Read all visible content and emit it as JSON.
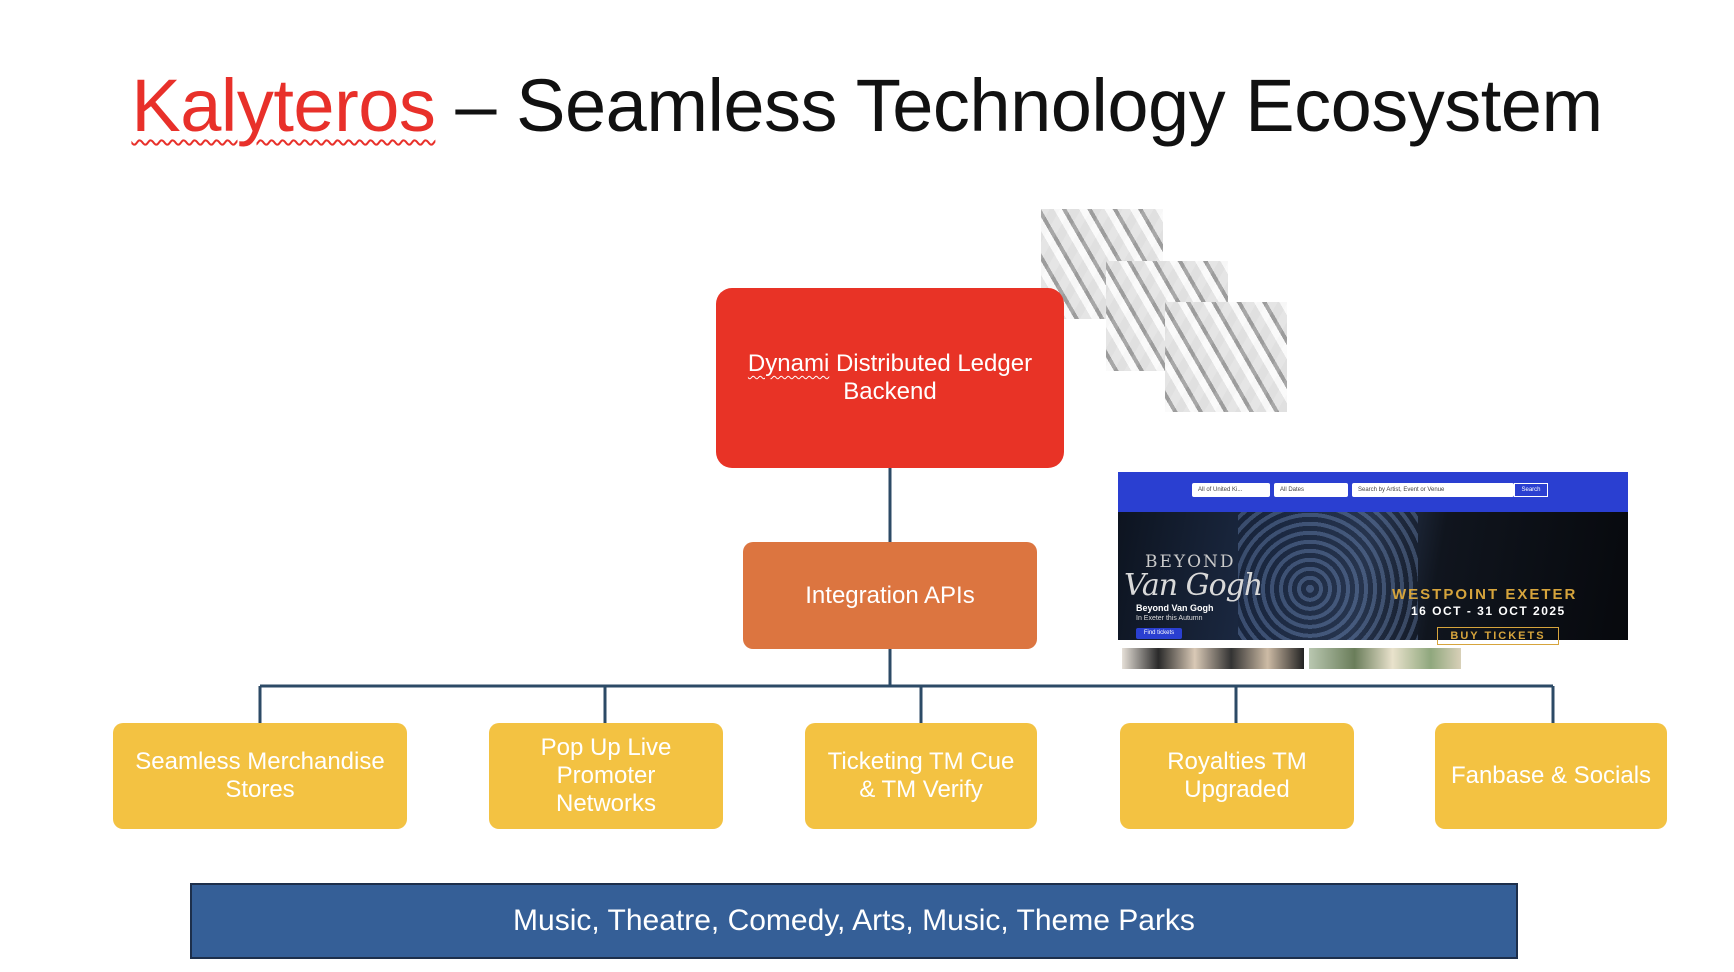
{
  "title": {
    "brand": "Kalyteros",
    "rest": " – Seamless Technology Ecosystem"
  },
  "backend": {
    "word1": "Dynami",
    "rest": " Distributed Ledger Backend"
  },
  "apis": {
    "label": "Integration APIs"
  },
  "channels": [
    {
      "label": "Seamless Merchandise Stores"
    },
    {
      "label": "Pop Up Live Promoter Networks"
    },
    {
      "label": "Ticketing TM Cue & TM Verify"
    },
    {
      "label": "Royalties TM Upgraded"
    },
    {
      "label": "Fanbase & Socials"
    }
  ],
  "verticals": {
    "label": "Music, Theatre, Comedy, Arts, Music, Theme Parks"
  },
  "ticket_site": {
    "location_filter": "All of United Ki...",
    "date_filter": "All Dates",
    "search_placeholder": "Search by Artist, Event or Venue",
    "search_button": "Search",
    "show_beyond": "BEYOND",
    "show_vangogh": "Van Gogh",
    "show_title": "Beyond Van Gogh",
    "show_sub": "In Exeter this Autumn",
    "find_tickets": "Find tickets",
    "venue": "WESTPOINT EXETER",
    "dates": "16 OCT - 31 OCT 2025",
    "buy": "BUY TICKETS"
  },
  "colors": {
    "brand_red": "#e8302a",
    "backend_red": "#e83326",
    "api_orange": "#dc7540",
    "channel_yellow": "#f3c242",
    "vertical_blue": "#355f97",
    "connector": "#2c4a66"
  }
}
